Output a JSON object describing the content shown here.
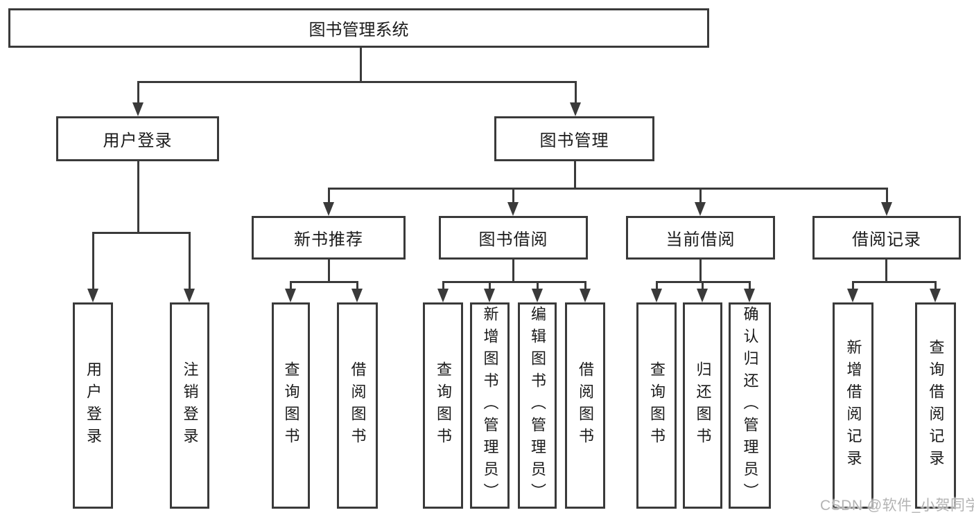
{
  "diagram": {
    "title": "图书管理系统",
    "level2": {
      "user_login": "用户登录",
      "book_mgmt": "图书管理"
    },
    "level3": {
      "new_books": "新书推荐",
      "borrow": "图书借阅",
      "current": "当前借阅",
      "records": "借阅记录"
    },
    "leaves": {
      "user_login": "用户登录",
      "logout": "注销登录",
      "nb_query": "查询图书",
      "nb_borrow": "借阅图书",
      "bw_query": "查询图书",
      "bw_add": "新增图书（管理员）",
      "bw_edit": "编辑图书（管理员）",
      "bw_borrow": "借阅图书",
      "cur_query": "查询图书",
      "cur_return": "归还图书",
      "cur_confirm": "确认归还（管理员）",
      "rec_add": "新增借阅记录",
      "rec_query": "查询借阅记录"
    }
  },
  "watermark": "CSDN @软件_小贺同学",
  "colors": {
    "line": "#3a3a3a",
    "text": "#1a1a1a",
    "watermark": "#b3b3b3",
    "background": "#ffffff"
  }
}
